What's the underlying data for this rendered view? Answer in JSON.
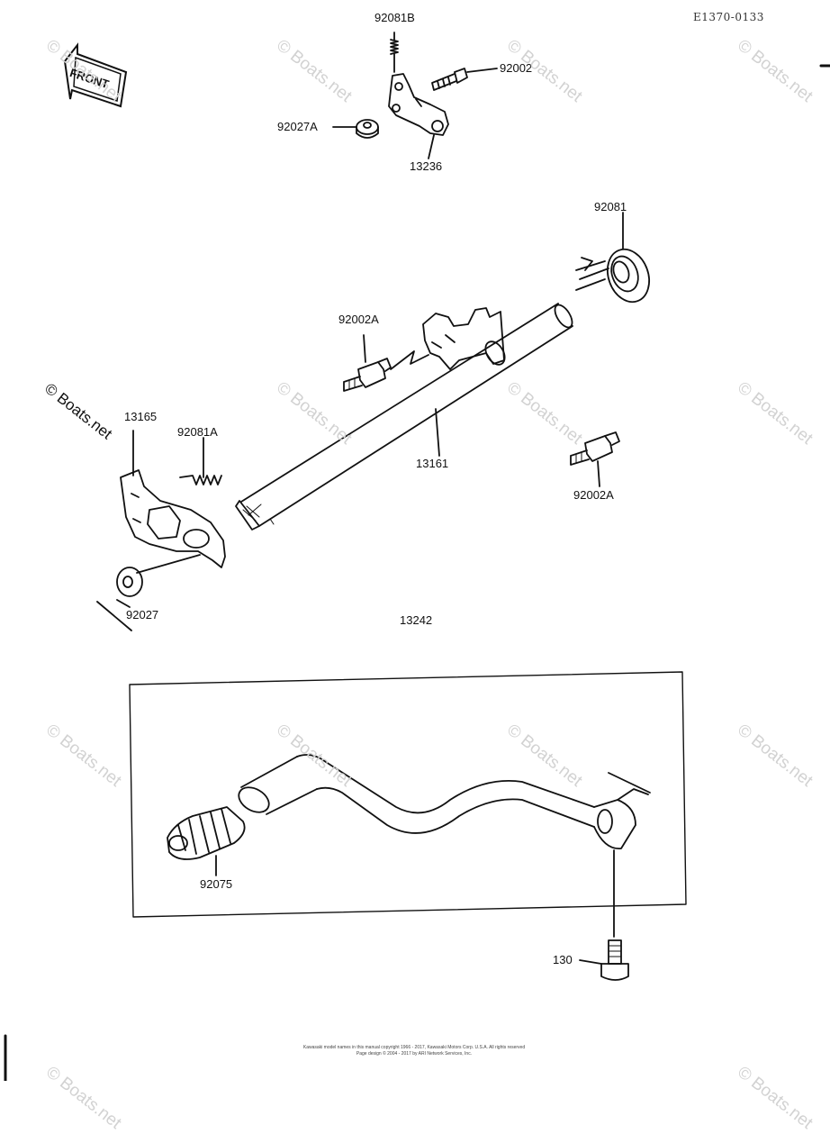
{
  "code": "E1370-0133",
  "front_label": "FRONT",
  "watermark": "© Boats.net",
  "parts": {
    "p92081B": "92081B",
    "p92002": "92002",
    "p92027A": "92027A",
    "p13236": "13236",
    "p92081": "92081",
    "p92002A_top": "92002A",
    "p13165": "13165",
    "p92081A": "92081A",
    "p13161": "13161",
    "p92002A_right": "92002A",
    "p92027": "92027",
    "p13242": "13242",
    "p92075": "92075",
    "p130": "130"
  },
  "footer": {
    "line1": "Kawasaki model names in this manual copyright 1966 - 2017, Kawasaki Motors Corp. U.S.A. All rights reserved",
    "line2": "Page design © 2004 - 2017 by ARI Network Services, Inc."
  }
}
